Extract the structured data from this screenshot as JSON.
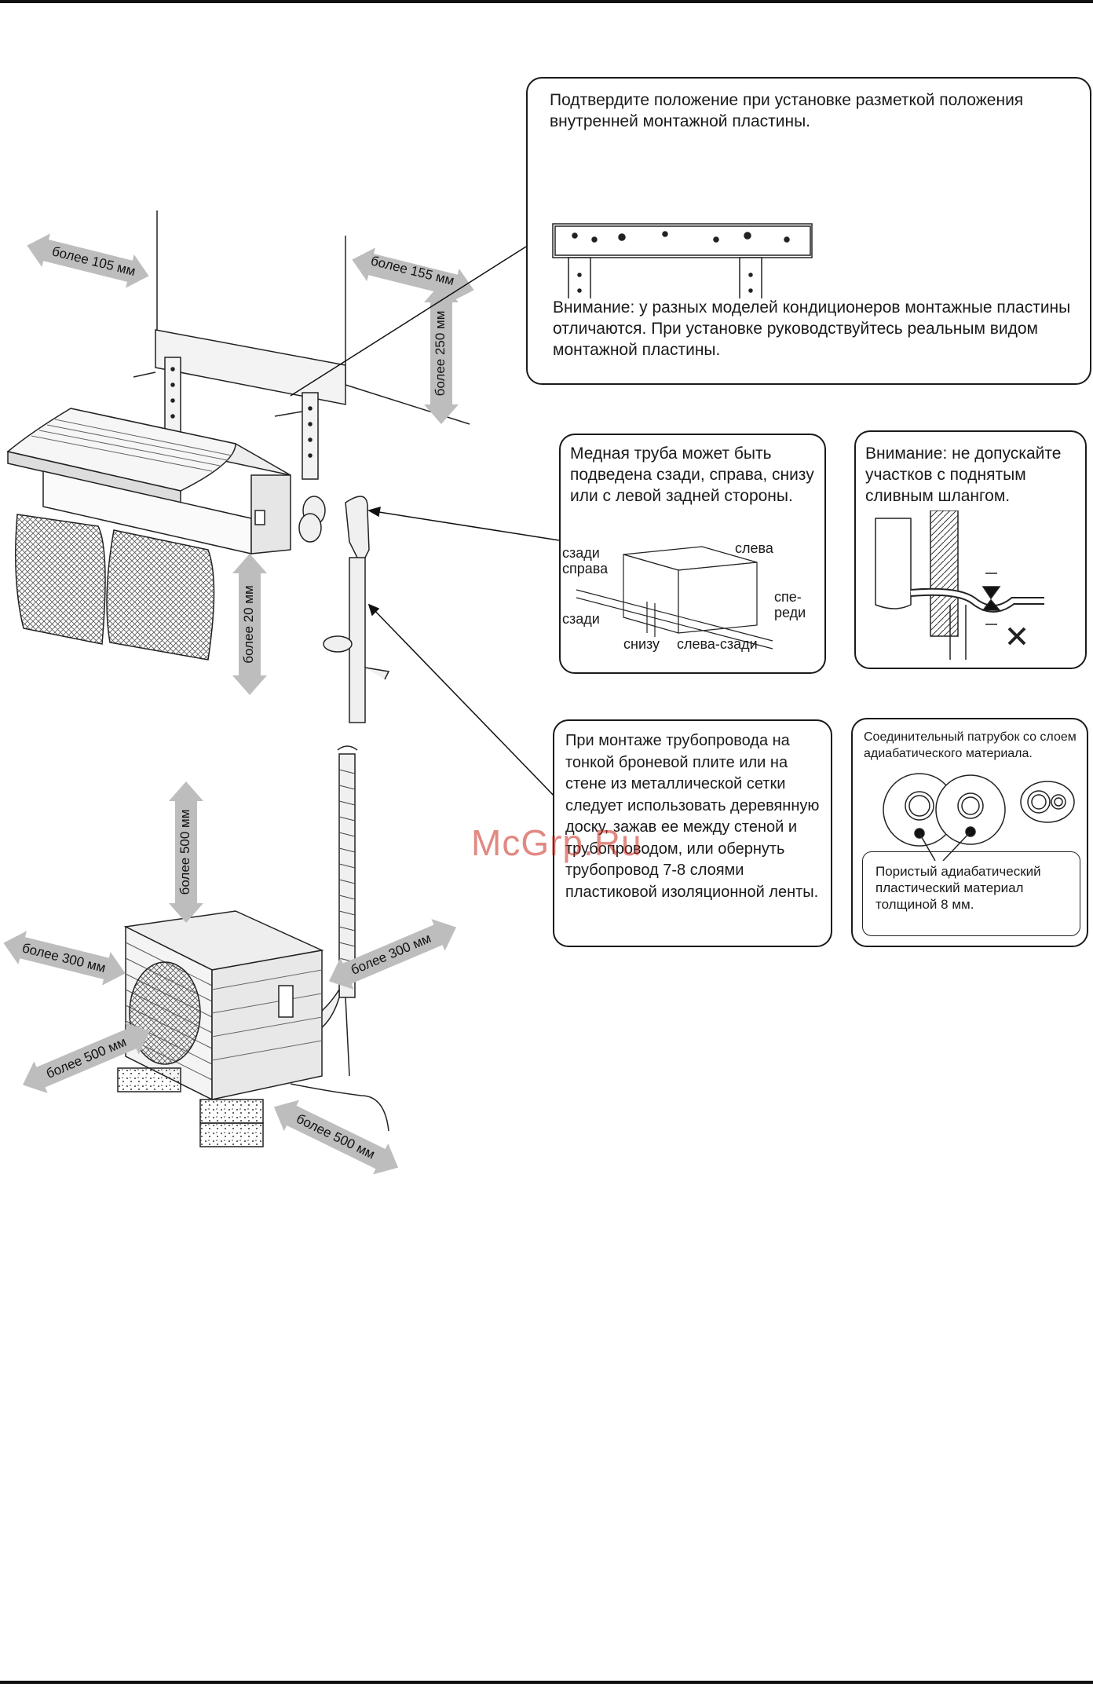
{
  "watermark": "McGrp.Ru",
  "mounting_box": {
    "intro": "Подтвердите положение при установке разметкой положения внутренней монтажной пластины.",
    "warning": "Внимание: у разных моделей кондиционеров монтажные пластины отличаются. При установке руководствуйтесь реальным видом монтажной пластины."
  },
  "copper_box": {
    "text": "Медная труба может быть подведена сзади, справа, снизу или с левой задней стороны.",
    "labels": {
      "back_right": "сзади\nсправа",
      "left": "слева",
      "back": "сзади",
      "front": "спе-\nреди",
      "bottom": "снизу",
      "left_back": "слева-сзади"
    }
  },
  "drain_box": {
    "text": "Внимание: не допускайте участков с поднятым сливным шлангом."
  },
  "pipe_box": {
    "text": "При монтаже трубопровода на тонкой броневой плите или на стене из металлической сетки следует использовать деревянную доску, зажав ее между стеной и трубопроводом, или обернуть трубопровод 7-8 слоями пластиковой изоляционной ленты."
  },
  "fitting_box": {
    "title": "Соединительный патрубок со слоем адиабатического материала.",
    "note": "Пористый адиабатический пластический материал толщиной 8 мм."
  },
  "clearances": {
    "indoor_left": "более 105 мм",
    "indoor_right": "более 155 мм",
    "indoor_top": "более 250 мм",
    "indoor_bottom": "более 20 мм",
    "outdoor_top": "более 500 мм",
    "outdoor_left": "более 300 мм",
    "outdoor_right": "более 300 мм",
    "outdoor_front": "более 500 мм",
    "outdoor_back": "более 500 мм"
  }
}
